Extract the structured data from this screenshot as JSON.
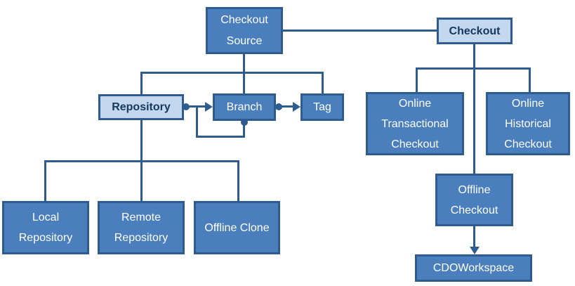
{
  "diagram": {
    "nodes": {
      "checkout_source": {
        "label": "Checkout Source",
        "style": "dark"
      },
      "checkout": {
        "label": "Checkout",
        "style": "light-highlight"
      },
      "repository": {
        "label": "Repository",
        "style": "light-highlight"
      },
      "branch": {
        "label": "Branch",
        "style": "dark"
      },
      "tag": {
        "label": "Tag",
        "style": "dark"
      },
      "online_transactional_checkout": {
        "label": "Online Transactional Checkout",
        "style": "dark"
      },
      "online_historical_checkout": {
        "label": "Online Historical Checkout",
        "style": "dark"
      },
      "offline_checkout": {
        "label": "Offline Checkout",
        "style": "dark"
      },
      "cdo_workspace": {
        "label": "CDOWorkspace",
        "style": "dark"
      },
      "local_repository": {
        "label": "Local Repository",
        "style": "dark"
      },
      "remote_repository": {
        "label": "Remote Repository",
        "style": "dark"
      },
      "offline_clone": {
        "label": "Offline Clone",
        "style": "dark"
      }
    },
    "edges": [
      {
        "from": "checkout_source",
        "to": "checkout",
        "style": "plain-line"
      },
      {
        "from": "checkout_source",
        "to": "repository",
        "style": "tree-branch"
      },
      {
        "from": "checkout_source",
        "to": "branch",
        "style": "tree-branch"
      },
      {
        "from": "checkout_source",
        "to": "tag",
        "style": "tree-branch"
      },
      {
        "from": "repository",
        "to": "branch",
        "style": "dot-to-arrow"
      },
      {
        "from": "branch",
        "to": "tag",
        "style": "dot-to-arrow"
      },
      {
        "from": "branch",
        "to": "branch",
        "style": "dot-to-arrow-self-loop"
      },
      {
        "from": "repository",
        "to": "local_repository",
        "style": "tree-branch"
      },
      {
        "from": "repository",
        "to": "remote_repository",
        "style": "tree-branch"
      },
      {
        "from": "repository",
        "to": "offline_clone",
        "style": "tree-branch"
      },
      {
        "from": "checkout",
        "to": "online_transactional_checkout",
        "style": "tree-branch"
      },
      {
        "from": "checkout",
        "to": "online_historical_checkout",
        "style": "tree-branch"
      },
      {
        "from": "checkout",
        "to": "offline_checkout",
        "style": "tree-branch"
      },
      {
        "from": "offline_checkout",
        "to": "cdo_workspace",
        "style": "arrow"
      }
    ],
    "colors": {
      "node_fill": "#4a7ebc",
      "node_border": "#2e5c8e",
      "node_text": "#ffffff",
      "highlight_fill": "#c3d7ee",
      "highlight_text": "#17375e",
      "connector": "#2e5c8e",
      "background": "#ffffff"
    }
  }
}
